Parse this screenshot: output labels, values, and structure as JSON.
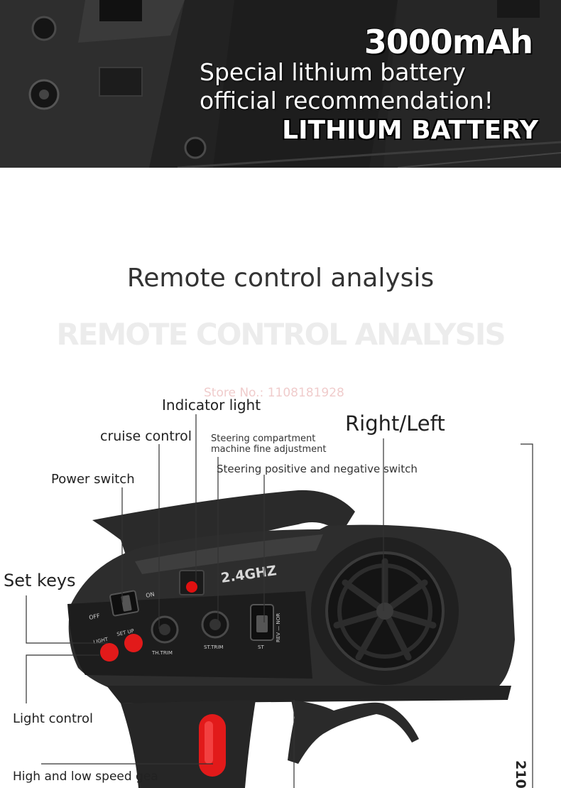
{
  "banner": {
    "headline": "3000mAh",
    "subtitle": "Special lithium battery official recommendation!",
    "tagline": "LITHIUM BATTERY"
  },
  "section": {
    "title": "Remote control analysis",
    "title_shadow": "REMOTE CONTROL ANALYSIS",
    "watermark": "Store No.: 1108181928"
  },
  "labels": {
    "indicator_light": "Indicator light",
    "cruise_control": "cruise control",
    "steering_compartment_line1": "Steering compartment",
    "steering_compartment_line2": "machine fine adjustment",
    "right_left": "Right/Left",
    "steering_switch": "Steering positive and negative switch",
    "power_switch": "Power switch",
    "set_keys": "Set keys",
    "light_control": "Light control",
    "high_low_speed": "High and low speed gea"
  },
  "device": {
    "frequency": "2.4GHZ",
    "off": "OFF",
    "on": "ON",
    "light": "LIGHT",
    "setup": "SET UP",
    "th_trim": "TH.TRIM",
    "st_trim": "ST.TRIM",
    "st": "ST",
    "rev_nor": "REV — NOR",
    "body_color": "#2a2a2a",
    "button_color": "#e02020"
  },
  "side_dimension": "210"
}
